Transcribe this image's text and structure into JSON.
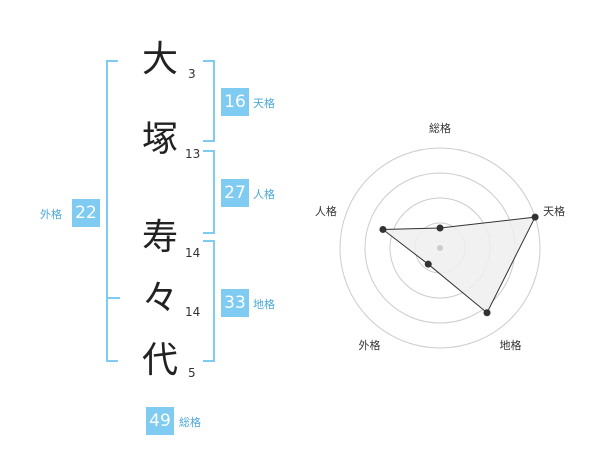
{
  "name": {
    "characters": [
      {
        "char": "大",
        "strokes": "3"
      },
      {
        "char": "塚",
        "strokes": "13"
      },
      {
        "char": "寿",
        "strokes": "14"
      },
      {
        "char": "々",
        "strokes": "14"
      },
      {
        "char": "代",
        "strokes": "5"
      }
    ]
  },
  "fortunes": {
    "tenkaku": {
      "value": "16",
      "label": "天格"
    },
    "jinkaku": {
      "value": "27",
      "label": "人格"
    },
    "chikaku": {
      "value": "33",
      "label": "地格"
    },
    "gaikaku": {
      "value": "22",
      "label": "外格"
    },
    "soukaku": {
      "value": "49",
      "label": "総格"
    }
  },
  "chart_data": {
    "type": "radar",
    "axes": [
      "総格",
      "天格",
      "地格",
      "外格",
      "人格"
    ],
    "values": [
      1,
      5,
      4,
      1,
      3
    ],
    "rmax": 5,
    "rings": 4,
    "colors": {
      "line": "#333333",
      "fill": "#eeeeee",
      "ring": "#cccccc"
    }
  },
  "colors": {
    "accent": "#7fcbf2",
    "label": "#4aa8d8"
  }
}
